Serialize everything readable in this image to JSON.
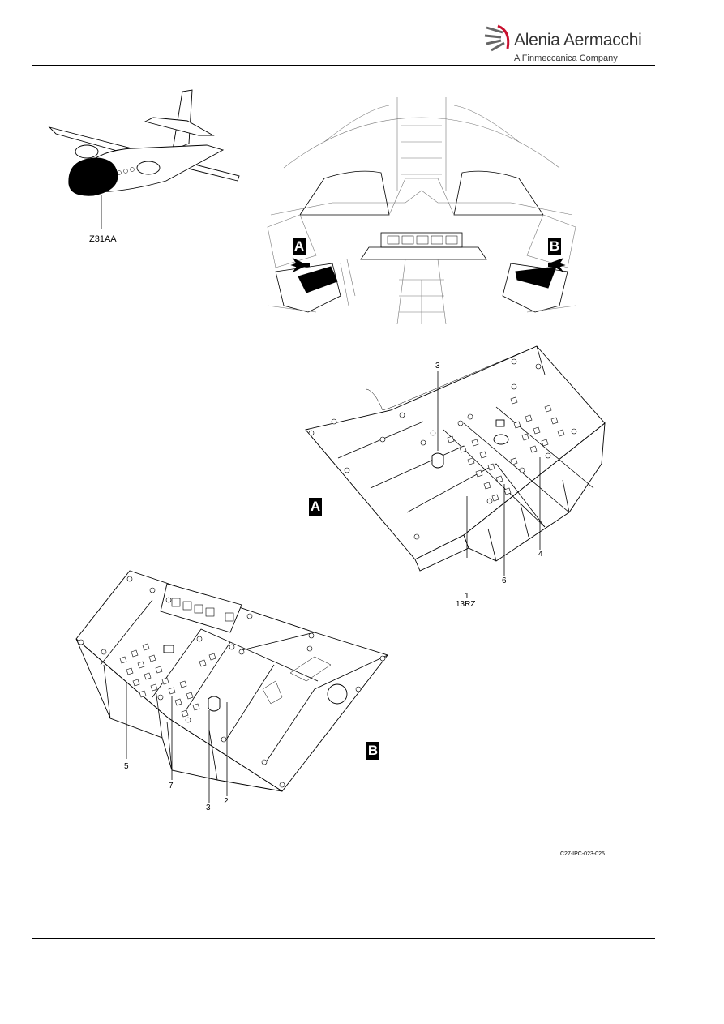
{
  "header": {
    "brand_name": "Alenia Aermacchi",
    "brand_sub": "A Finmeccanica Company"
  },
  "figure": {
    "zone_label": "Z31AA",
    "view_a": "A",
    "view_b": "B",
    "callouts": {
      "a_item_3": "3",
      "a_item_1": "1",
      "a_item_1_ref": "13RZ",
      "a_item_6": "6",
      "a_item_4": "4",
      "b_item_5": "5",
      "b_item_7": "7",
      "b_item_3": "3",
      "b_item_2": "2"
    },
    "figure_id": "C27-IPC-023-025"
  },
  "colors": {
    "brand_red": "#c8102e",
    "line": "#000000"
  }
}
